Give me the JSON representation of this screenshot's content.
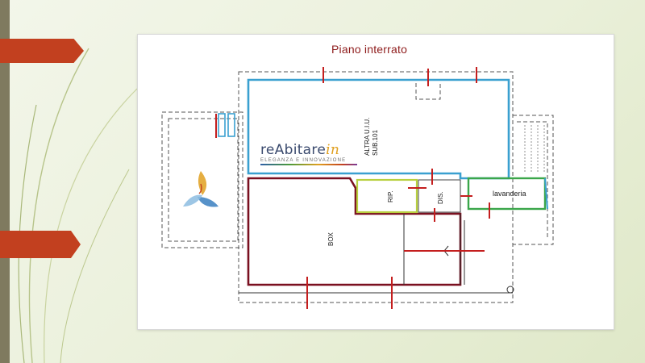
{
  "slide": {
    "plan_title": "Piano interrato",
    "colors": {
      "accent_tab": "#c2401f",
      "left_bar": "#7f7a5f",
      "title_text": "#8e1b1b"
    }
  },
  "brand": {
    "name": "reAbitare",
    "name_suffix": "in",
    "tagline": "ELEGANZA E INNOVAZIONE",
    "logo_icon": "triangle-swirl-logo-icon"
  },
  "rooms": {
    "other_unit": {
      "label_line1": "ALTRA U.I.U.",
      "label_line2": "SUB.101",
      "color": "#3aa0d0"
    },
    "box": {
      "label": "BOX",
      "color": "#7a1020"
    },
    "storage": {
      "label": "RIP.",
      "color": "#b8d040"
    },
    "hall": {
      "label": "DIS."
    },
    "laundry": {
      "label": "lavanderia",
      "color": "#3aa64a"
    }
  }
}
